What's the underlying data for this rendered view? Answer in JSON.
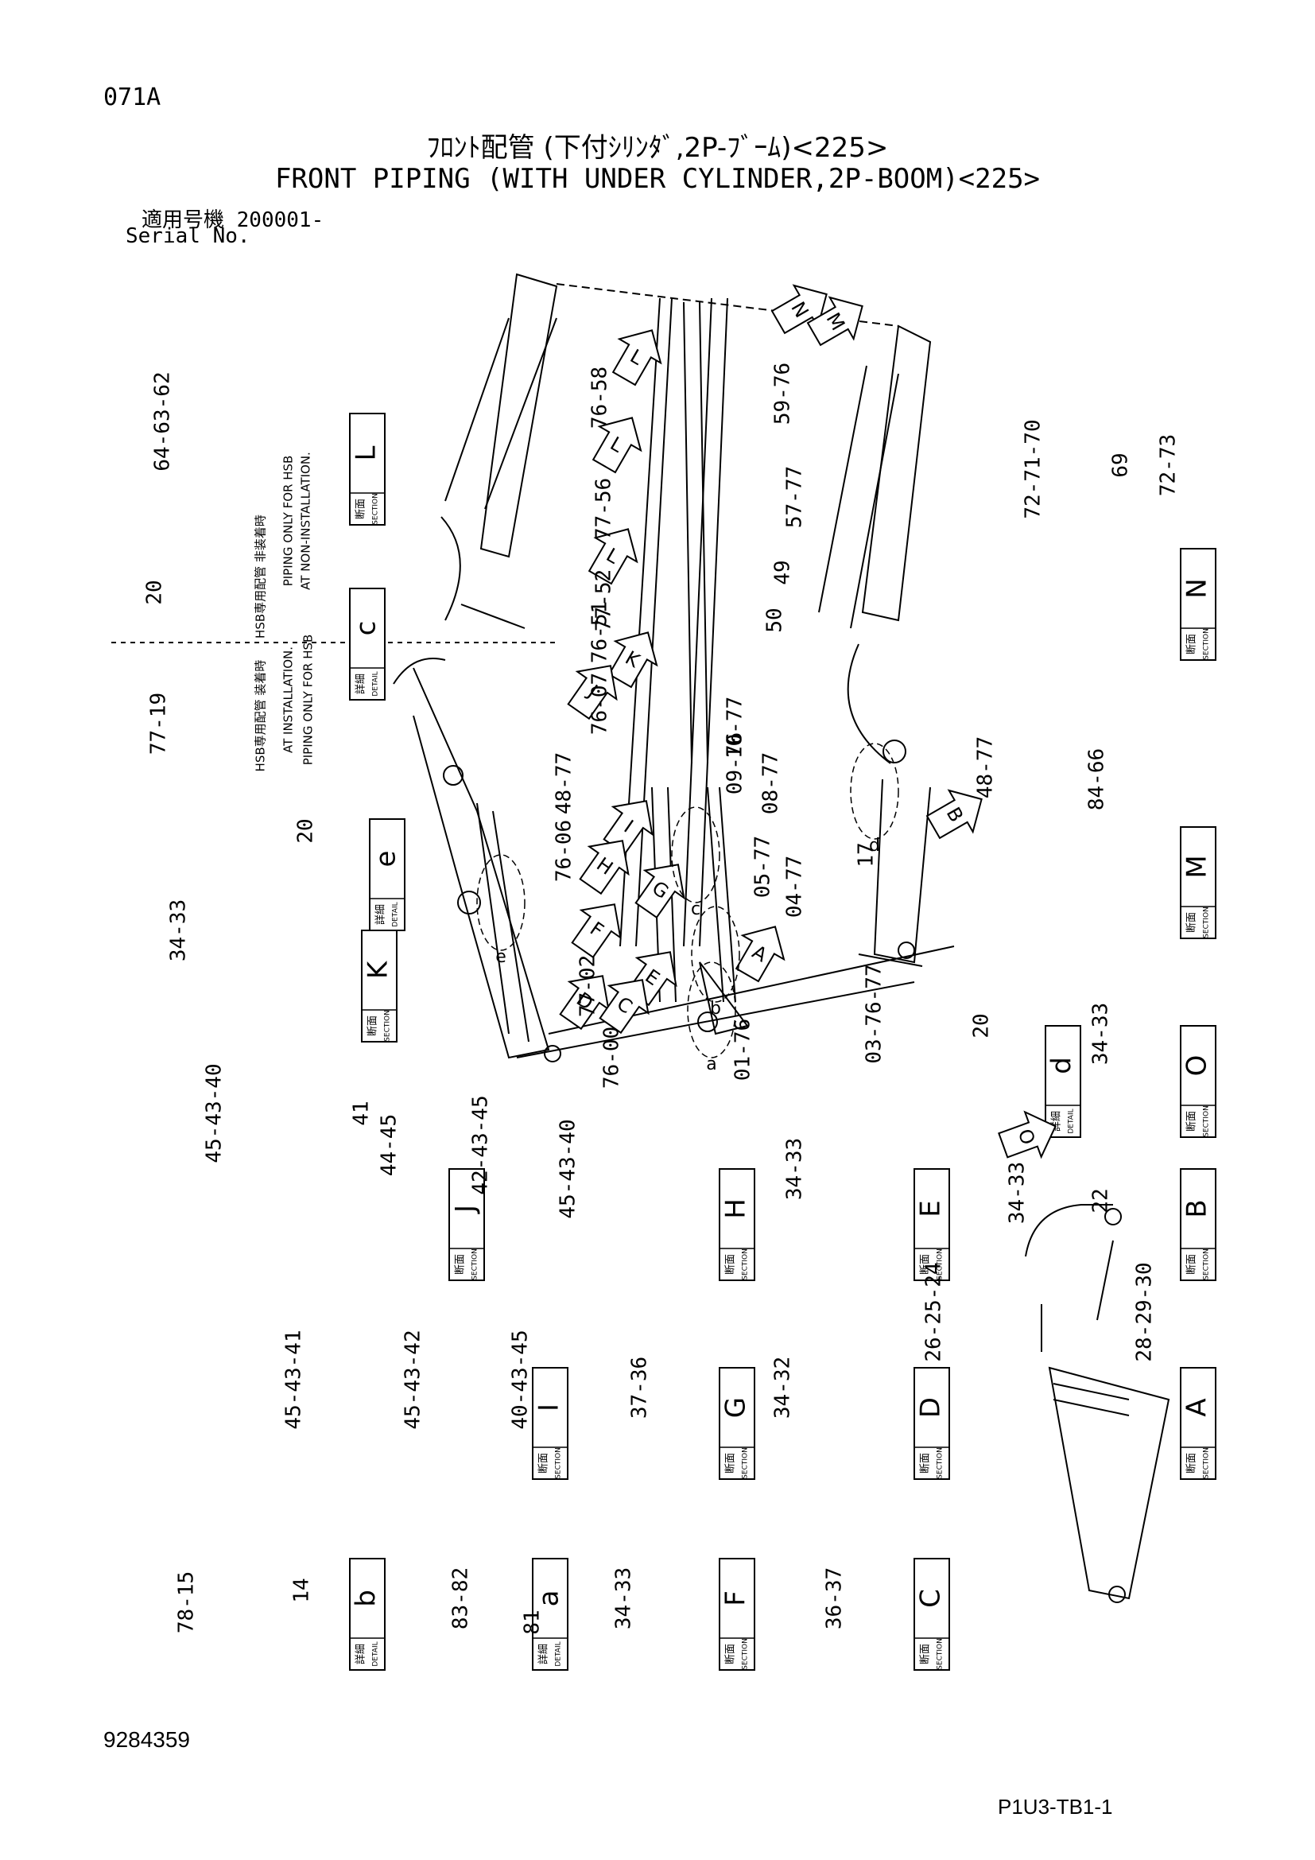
{
  "page_code": "071A",
  "title_jp": "ﾌﾛﾝﾄ配管 (下付ｼﾘﾝﾀﾞ,2P-ﾌﾞｰﾑ)<225>",
  "title_en": "FRONT PIPING (WITH UNDER CYLINDER,2P-BOOM)<225>",
  "serial_jp": "適用号機 200001-",
  "serial_en": "Serial No.",
  "doc_number": "9284359",
  "ref_code": "P1U3-TB1-1",
  "box_words": {
    "section_jp": "断面",
    "section_en": "SECTION",
    "detail_jp": "詳細",
    "detail_en": "DETAIL"
  },
  "hsb_notes": {
    "non_install_jp": "HSB専用配管 非装着時",
    "non_install_en_1": "PIPING ONLY FOR HSB",
    "non_install_en_2": "AT NON-INSTALLATION.",
    "install_jp": "HSB専用配管 装着時",
    "install_en_1": "AT INSTALLATION.",
    "install_en_2": "PIPING ONLY FOR HSB"
  },
  "view_boxes": [
    {
      "letter": "L",
      "kind": "section"
    },
    {
      "letter": "c",
      "kind": "detail"
    },
    {
      "letter": "N",
      "kind": "section"
    },
    {
      "letter": "e",
      "kind": "detail"
    },
    {
      "letter": "M",
      "kind": "section"
    },
    {
      "letter": "K",
      "kind": "section"
    },
    {
      "letter": "d",
      "kind": "detail"
    },
    {
      "letter": "O",
      "kind": "section"
    },
    {
      "letter": "J",
      "kind": "section"
    },
    {
      "letter": "H",
      "kind": "section"
    },
    {
      "letter": "E",
      "kind": "section"
    },
    {
      "letter": "B",
      "kind": "section"
    },
    {
      "letter": "I",
      "kind": "section"
    },
    {
      "letter": "G",
      "kind": "section"
    },
    {
      "letter": "D",
      "kind": "section"
    },
    {
      "letter": "A",
      "kind": "section"
    },
    {
      "letter": "b",
      "kind": "detail"
    },
    {
      "letter": "a",
      "kind": "detail"
    },
    {
      "letter": "F",
      "kind": "section"
    },
    {
      "letter": "C",
      "kind": "section"
    }
  ],
  "arrows": [
    "L",
    "L",
    "L",
    "N",
    "M",
    "K",
    "J",
    "I",
    "H",
    "G",
    "F",
    "E",
    "D",
    "C",
    "B",
    "A",
    "O"
  ],
  "part_labels": [
    "64-63-62",
    "20",
    "77-19",
    "20",
    "34-33",
    "76-58",
    "77-56",
    "77-52",
    "76-51",
    "76-07",
    "59-76",
    "57-77",
    "49",
    "50",
    "10-77",
    "72-71-70",
    "69",
    "72-73",
    "48-77",
    "09-76",
    "08-77",
    "76-06",
    "05-77",
    "04-77",
    "17",
    "48-77",
    "84-66",
    "77-02",
    "03-76-77",
    "76-00",
    "01-76",
    "20",
    "34-33",
    "45-43-40",
    "41",
    "44-45",
    "42-43-45",
    "45-43-40",
    "34-33",
    "34-33",
    "22",
    "26-25-24",
    "28-29-30",
    "45-43-41",
    "45-43-42",
    "40-43-45",
    "37-36",
    "34-32",
    "78-15",
    "14",
    "83-82",
    "81",
    "34-33",
    "36-37"
  ],
  "view_callouts": [
    "a",
    "b",
    "c",
    "d",
    "e"
  ]
}
